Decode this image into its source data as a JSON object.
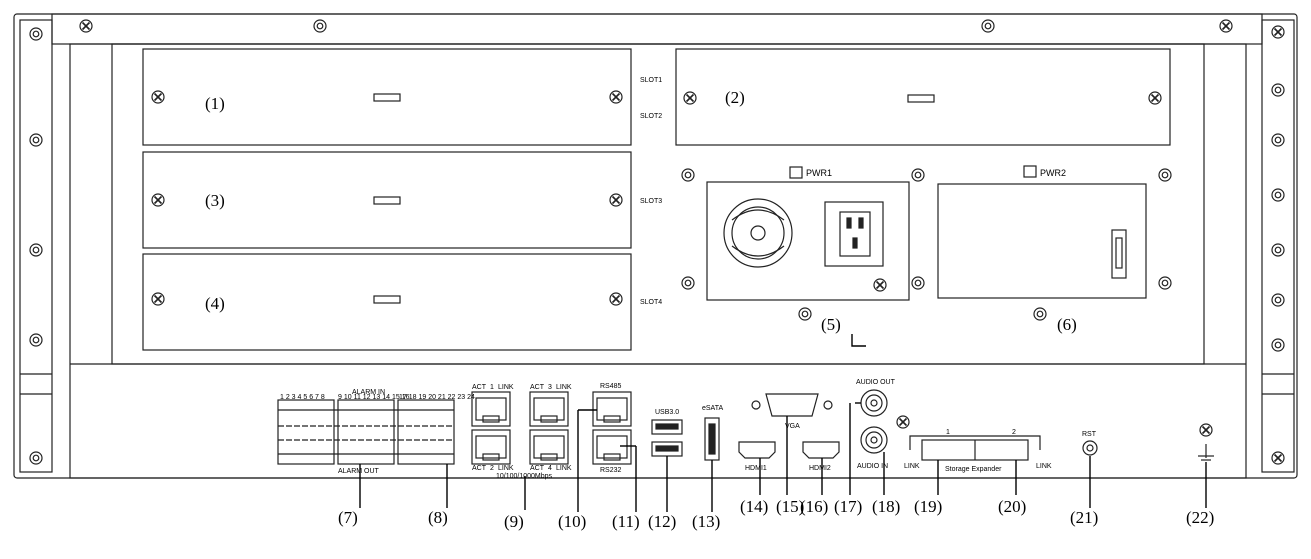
{
  "callouts": {
    "c1": "(1)",
    "c2": "(2)",
    "c3": "(3)",
    "c4": "(4)",
    "c5": "(5)",
    "c6": "(6)",
    "c7": "(7)",
    "c8": "(8)",
    "c9": "(9)",
    "c10": "(10)",
    "c11": "(11)",
    "c12": "(12)",
    "c13": "(13)",
    "c14": "(14)",
    "c15": "(15)",
    "c16": "(16)",
    "c17": "(17)",
    "c18": "(18)",
    "c19": "(19)",
    "c20": "(20)",
    "c21": "(21)",
    "c22": "(22)"
  },
  "slots": {
    "slot1": "SLOT1",
    "slot2": "SLOT2",
    "slot3": "SLOT3",
    "slot4": "SLOT4"
  },
  "power": {
    "pwr1": "PWR1",
    "pwr2": "PWR2"
  },
  "ports": {
    "alarm_in": "ALARM IN",
    "alarm_in_nums_a": "1 2 3 4 5 6 7 8",
    "alarm_in_nums_b": "9 10 11 12 13 14 15 16",
    "alarm_in_nums_c": "17 18 19 20 21 22 23 24",
    "alarm_out": "ALARM OUT",
    "act": "ACT",
    "link": "LINK",
    "lan1": "1",
    "lan2": "2",
    "lan3": "3",
    "lan4": "4",
    "lan_speed": "10/100/1000Mbps",
    "rs485": "RS485",
    "rs232": "RS232",
    "usb": "USB3.0",
    "esata": "eSATA",
    "vga": "VGA",
    "hdmi1": "HDMI1",
    "hdmi2": "HDMI2",
    "audio_out": "AUDIO OUT",
    "audio_in": "AUDIO IN",
    "storage_expander": "Storage Expander",
    "se1": "1",
    "se2": "2",
    "se_link": "LINK",
    "rst": "RST"
  }
}
